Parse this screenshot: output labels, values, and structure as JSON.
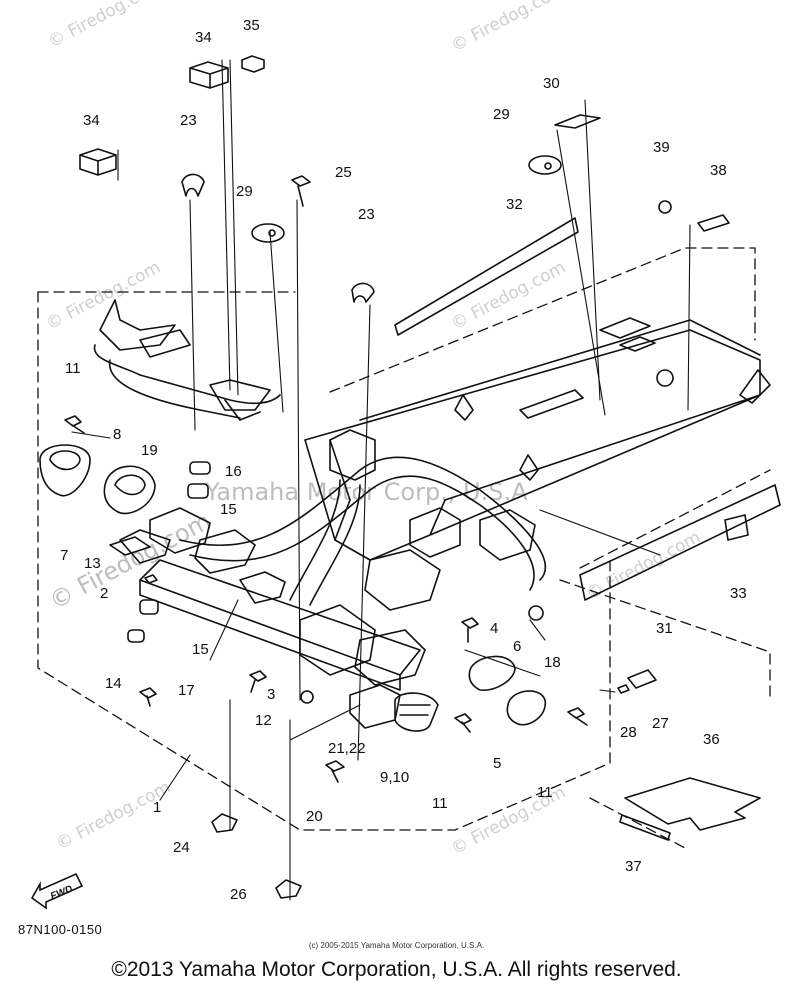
{
  "diagram": {
    "part_code": "87N100-0150",
    "small_copyright": "(c) 2005-2015 Yamaha Motor Corporation, U.S.A.",
    "copyright": "©2013 Yamaha Motor Corporation, U.S.A. All rights reserved.",
    "fwd_label": "FWD",
    "watermarks": {
      "site": "© Firedog.com",
      "center": "Yamaha Motor Corp., U.S.A"
    },
    "callouts": [
      "1",
      "2",
      "3",
      "4",
      "5",
      "6",
      "7",
      "8",
      "9,10",
      "11",
      "12",
      "13",
      "14",
      "15",
      "16",
      "17",
      "18",
      "19",
      "20",
      "21,22",
      "23",
      "24",
      "25",
      "26",
      "27",
      "28",
      "29",
      "30",
      "31",
      "32",
      "33",
      "34",
      "35",
      "36",
      "37",
      "38",
      "39"
    ]
  }
}
